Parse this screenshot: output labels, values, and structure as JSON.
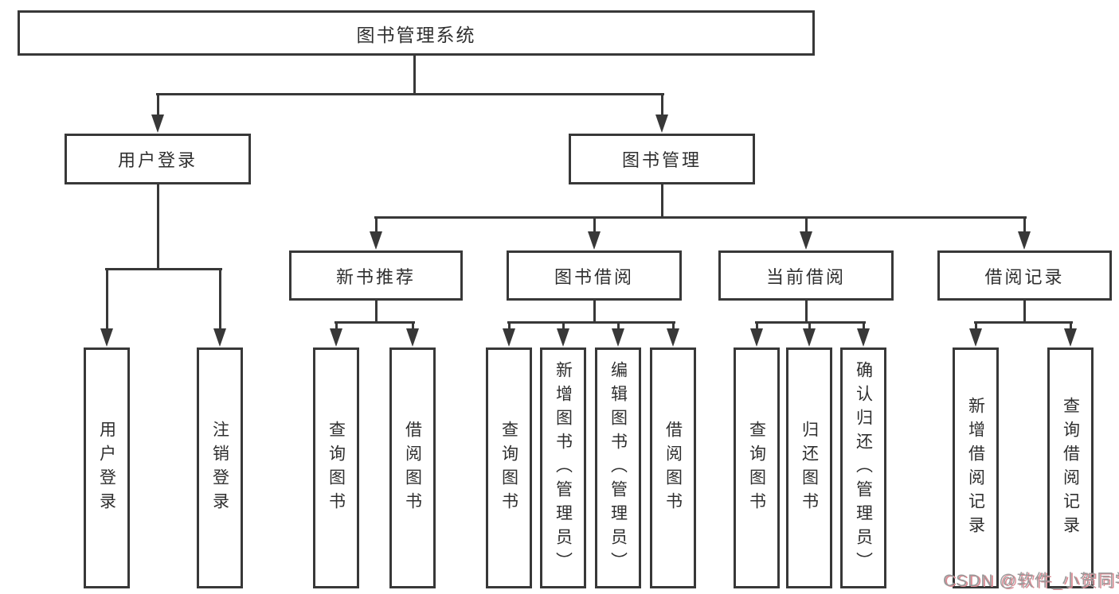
{
  "tree": {
    "root": "图书管理系统",
    "children": [
      {
        "label": "用户登录",
        "children": [
          "用户登录",
          "注销登录"
        ]
      },
      {
        "label": "图书管理",
        "children": [
          {
            "label": "新书推荐",
            "children": [
              "查询图书",
              "借阅图书"
            ]
          },
          {
            "label": "图书借阅",
            "children": [
              "查询图书",
              "新增图书（管理员）",
              "编辑图书（管理员）",
              "借阅图书"
            ]
          },
          {
            "label": "当前借阅",
            "children": [
              "查询图书",
              "归还图书",
              "确认归还（管理员）"
            ]
          },
          {
            "label": "借阅记录",
            "children": [
              "新增借阅记录",
              "查询借阅记录"
            ]
          }
        ]
      }
    ]
  },
  "watermark": {
    "text": "CSDN @软件_小贺同学"
  },
  "colors": {
    "line": "#383838",
    "box_fill": "#ffffff",
    "background": "#ffffff",
    "text": "#2f2f2f",
    "watermark": "#9a9a9a",
    "watermark_shadow": "#d98a93"
  }
}
